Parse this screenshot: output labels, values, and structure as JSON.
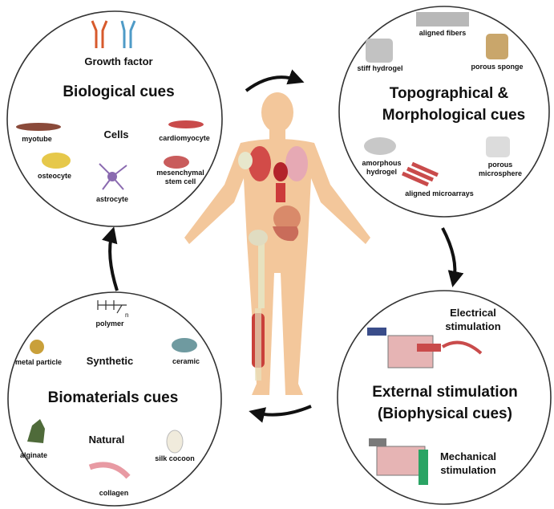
{
  "biological": {
    "title": "Biological cues",
    "growth_factor": "Growth factor",
    "cells": "Cells",
    "myotube": "myotube",
    "cardiomyocyte": "cardiomyocyte",
    "osteocyte": "osteocyte",
    "mesenchymal": "mesenchymal",
    "stem_cell": "stem cell",
    "astrocyte": "astrocyte"
  },
  "topo": {
    "title_1": "Topographical &",
    "title_2": "Morphological cues",
    "aligned_fibers": "aligned fibers",
    "stiff_hydrogel": "stiff hydrogel",
    "porous_sponge": "porous sponge",
    "amorphous": "amorphous",
    "hydrogel": "hydrogel",
    "porous": "porous",
    "microsphere": "microsphere",
    "aligned_microarrays": "aligned microarrays"
  },
  "external": {
    "title_1": "External stimulation",
    "title_2": "(Biophysical cues)",
    "electrical_1": "Electrical",
    "electrical_2": "stimulation",
    "mechanical_1": "Mechanical",
    "mechanical_2": "stimulation"
  },
  "biomaterials": {
    "title": "Biomaterials cues",
    "synthetic": "Synthetic",
    "natural": "Natural",
    "polymer": "polymer",
    "metal_particle": "metal particle",
    "ceramic": "ceramic",
    "alginate": "alginate",
    "silk_cocoon": "silk cocoon",
    "collagen": "collagen",
    "subscript_n": "n"
  },
  "colors": {
    "skin": "#f3c79b",
    "muscle": "#c9403a",
    "arrow": "#111111",
    "circle": "#333333"
  }
}
